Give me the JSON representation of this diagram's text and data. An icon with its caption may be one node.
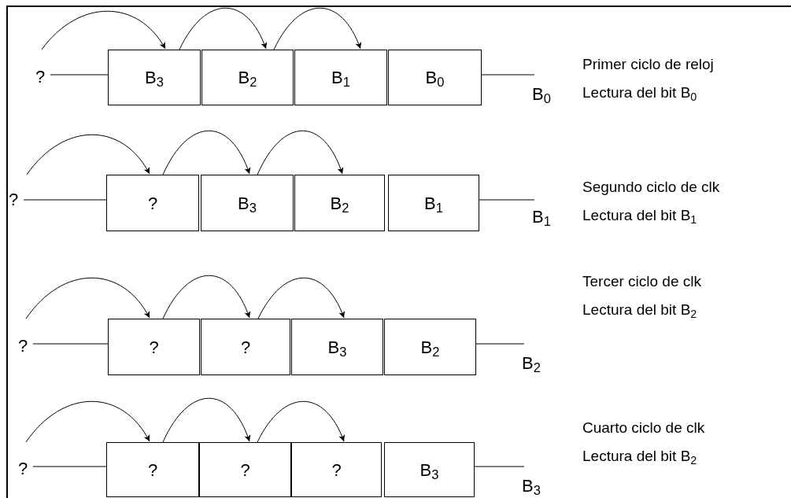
{
  "diagram": {
    "nodes": [
      {
        "text": [
          "?"
        ]
      },
      {
        "text": [
          "B$_{3}$"
        ]
      },
      {
        "text": [
          "B$_{2}$"
        ]
      },
      {
        "text": [
          "B$_{1}$"
        ]
      },
      {
        "text": [
          "B$_{0}$"
        ]
      },
      {
        "text": [
          "B$_{0}$"
        ]
      },
      {
        "text": [
          "?"
        ]
      },
      {
        "text": [
          "?"
        ]
      },
      {
        "text": [
          "B$_{3}$"
        ]
      },
      {
        "text": [
          "B$_{2}$"
        ]
      },
      {
        "text": [
          "B$_{1}$"
        ]
      },
      {
        "text": [
          "B$_{1}$"
        ]
      },
      {
        "text": [
          "?"
        ]
      },
      {
        "text": [
          "?"
        ]
      },
      {
        "text": [
          "?"
        ]
      },
      {
        "text": [
          "B$_{3}$"
        ]
      },
      {
        "text": [
          "B$_{2}$"
        ]
      },
      {
        "text": [
          "B$_{2}$"
        ]
      },
      {
        "text": [
          "?"
        ]
      },
      {
        "text": [
          "?"
        ]
      },
      {
        "text": [
          "?"
        ]
      },
      {
        "text": [
          "?"
        ]
      },
      {
        "text": [
          "B$_{3}$"
        ]
      },
      {
        "text": [
          "B$_{3}$"
        ]
      }
    ],
    "edges": [
      {
        "from": 0,
        "to": 1,
        "arrow": "none"
      },
      {
        "from": 4,
        "to": 5,
        "arrow": "none"
      },
      {
        "from": null,
        "to": 1,
        "arrow": "to"
      },
      {
        "from": 1,
        "to": 2,
        "arrow": "to"
      },
      {
        "from": 2,
        "to": 3,
        "arrow": "to"
      },
      {
        "from": 6,
        "to": 7,
        "arrow": "none"
      },
      {
        "from": 10,
        "to": 11,
        "arrow": "none"
      },
      {
        "from": null,
        "to": 7,
        "arrow": "to"
      },
      {
        "from": 7,
        "to": 8,
        "arrow": "to"
      },
      {
        "from": 8,
        "to": 9,
        "arrow": "to"
      },
      {
        "from": 12,
        "to": 13,
        "arrow": "none"
      },
      {
        "from": 16,
        "to": 17,
        "arrow": "none"
      },
      {
        "from": null,
        "to": 13,
        "arrow": "to"
      },
      {
        "from": 13,
        "to": 14,
        "arrow": "to"
      },
      {
        "from": 14,
        "to": 15,
        "arrow": "to"
      },
      {
        "from": 18,
        "to": 19,
        "arrow": "none"
      },
      {
        "from": 22,
        "to": 23,
        "arrow": "none"
      },
      {
        "from": null,
        "to": 19,
        "arrow": "to"
      },
      {
        "from": 19,
        "to": 20,
        "arrow": "to"
      },
      {
        "from": 20,
        "to": 21,
        "arrow": "to"
      }
    ],
    "labels": [
      "Primer ciclo de reloj",
      "Lectura del bit B$_{0}$",
      "Segundo ciclo de clk",
      "Lectura del bit B$_{1}$",
      "Tercer ciclo de clk",
      "Lectura del bit B$_{2}$",
      "Cuarto ciclo de clk",
      "Lectura del bit B$_{2}$"
    ]
  }
}
